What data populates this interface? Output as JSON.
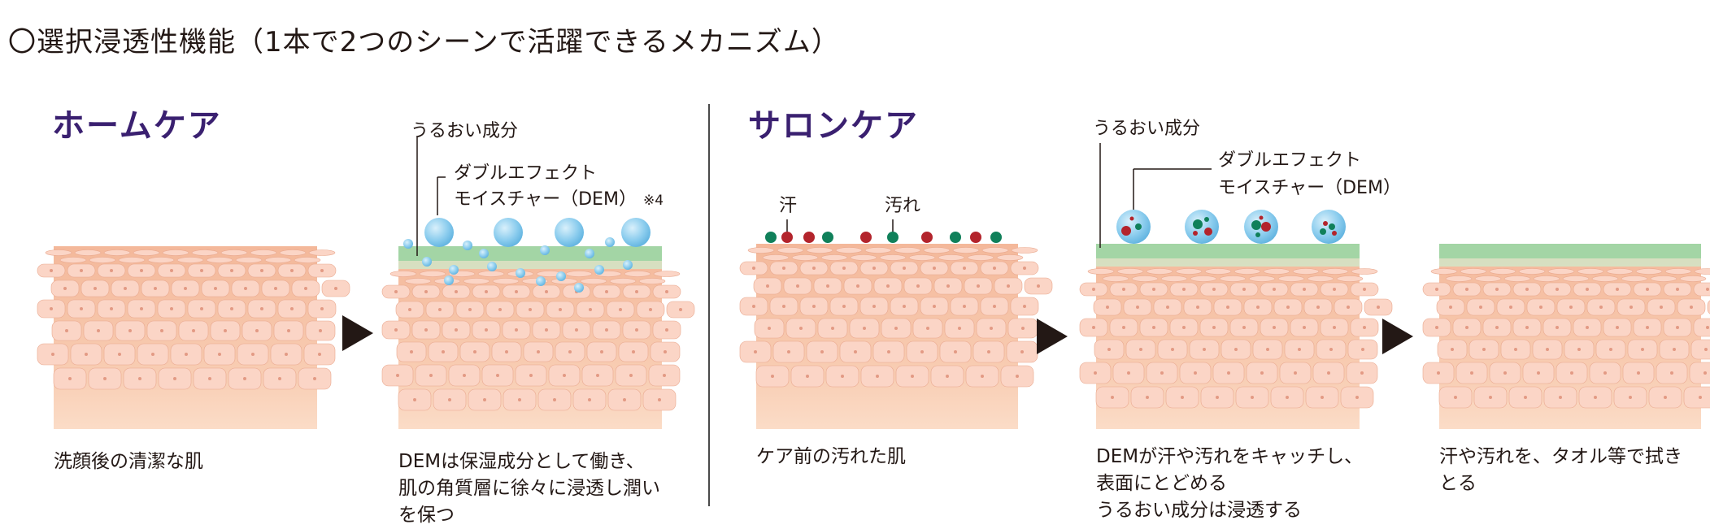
{
  "title": "〇選択浸透性機能（1本で2つのシーンで活躍できるメカニズム）",
  "home": {
    "heading": "ホームケア",
    "caption1": "洗顔後の清潔な肌",
    "caption2_lines": [
      "DEMは保湿成分として働き、",
      "肌の角質層に徐々に浸透し潤い",
      "を保つ"
    ],
    "label_moisture": "うるおい成分",
    "label_dem_line1": "ダブルエフェクト",
    "label_dem_line2": "モイスチャー（DEM）",
    "note": "※4"
  },
  "salon": {
    "heading": "サロンケア",
    "label_sweat": "汗",
    "label_dirt": "汚れ",
    "label_moisture": "うるおい成分",
    "label_dem_line1": "ダブルエフェクト",
    "label_dem_line2": "モイスチャー（DEM）",
    "caption1": "ケア前の汚れた肌",
    "caption2_lines": [
      "DEMが汗や汚れをキャッチし、",
      "表面にとどめる",
      "うるおい成分は浸透する"
    ],
    "caption3_lines": [
      "汗や汚れを、タオル等で拭き",
      "とる"
    ]
  },
  "colors": {
    "skin": "#f6c2a6",
    "cell": "#fbd5c6",
    "cell_outline": "#e9a88e",
    "nucleus": "#e39a84",
    "film": "#a3d5a5",
    "bubble": "#7fc8ec",
    "sweat_red": "#b3242c",
    "dirt_green": "#10805a",
    "accent_purple": "#3a2070"
  }
}
